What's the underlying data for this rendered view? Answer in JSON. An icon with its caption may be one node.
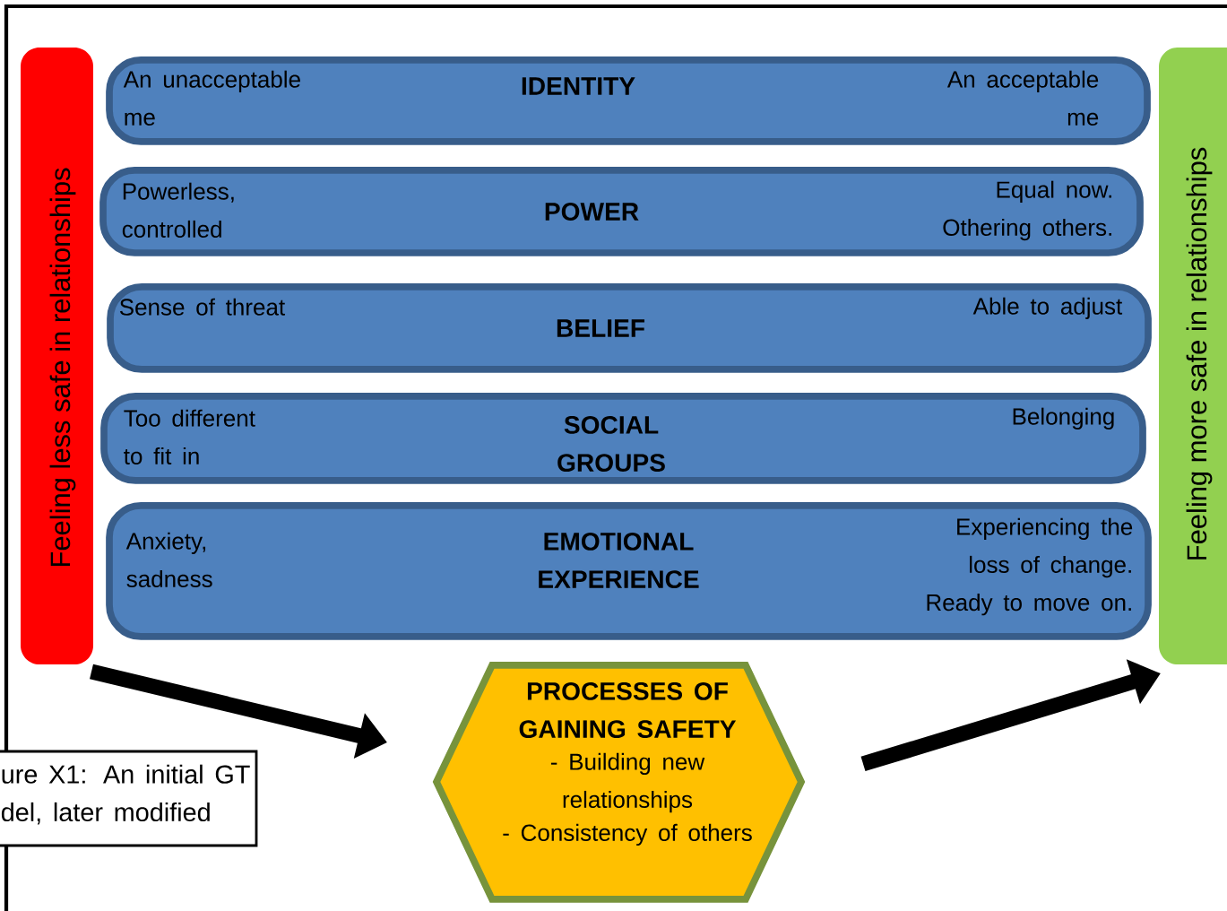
{
  "diagram": {
    "caption": "ure X1: An initial GT del, later modified",
    "nodes": [
      {
        "text": [
          "Feeling less safe in relationships"
        ]
      },
      {
        "text": [
          "An unacceptable me",
          "IDENTITY",
          "An acceptable me"
        ]
      },
      {
        "text": [
          "Powerless, controlled",
          "POWER",
          "Equal now. Othering others."
        ]
      },
      {
        "text": [
          "Sense of threat",
          "BELIEF",
          "Able to adjust"
        ]
      },
      {
        "text": [
          "Too different to fit in",
          "SOCIAL GROUPS",
          "Belonging"
        ]
      },
      {
        "text": [
          "Anxiety, sadness",
          "EMOTIONAL EXPERIENCE",
          "Experiencing the loss of change. Ready to move on."
        ]
      },
      {
        "text": [
          "PROCESSES OF GAINING SAFETY",
          "- Building new relationships",
          "- Consistency of others"
        ]
      },
      {
        "text": [
          "Feeling more safe in relationships"
        ]
      }
    ],
    "edges": [
      {
        "from": 0,
        "to": 6,
        "arrow": "to"
      },
      {
        "from": 6,
        "to": 7,
        "arrow": "to"
      }
    ]
  }
}
